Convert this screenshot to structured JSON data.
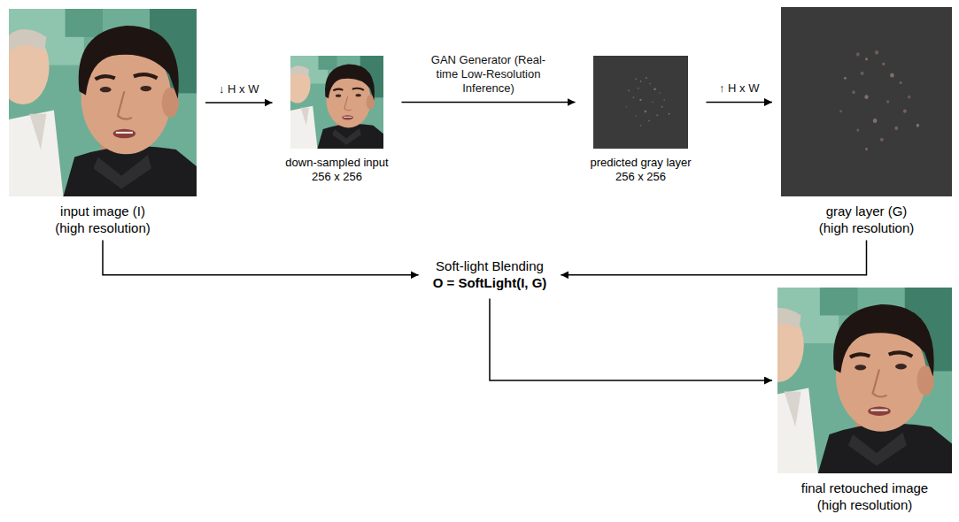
{
  "diagram": {
    "nodes": [
      {
        "text": [
          "input image (I) (high resolution)"
        ]
      },
      {
        "text": [
          "down-sampled input 256 x 256"
        ]
      },
      {
        "text": [
          "predicted gray layer 256 x 256"
        ]
      },
      {
        "text": [
          "gray layer (G) (high resolution)"
        ]
      },
      {
        "text": [
          "Soft-light Blending",
          "O = SoftLight(I, G)"
        ]
      },
      {
        "text": [
          "final retouched image (high resolution)"
        ]
      }
    ],
    "edges": [
      {
        "from": 0,
        "to": 1,
        "arrow": "to",
        "label": "↓ H x W"
      },
      {
        "from": 1,
        "to": 2,
        "arrow": "to",
        "label": "GAN Generator (Real-time Low-Resolution Inference)"
      },
      {
        "from": 2,
        "to": 3,
        "arrow": "to",
        "label": "↑ H x W"
      },
      {
        "from": 0,
        "to": 4,
        "arrow": "to"
      },
      {
        "from": 3,
        "to": 4,
        "arrow": "to"
      },
      {
        "from": 4,
        "to": 5,
        "arrow": "to"
      }
    ]
  }
}
